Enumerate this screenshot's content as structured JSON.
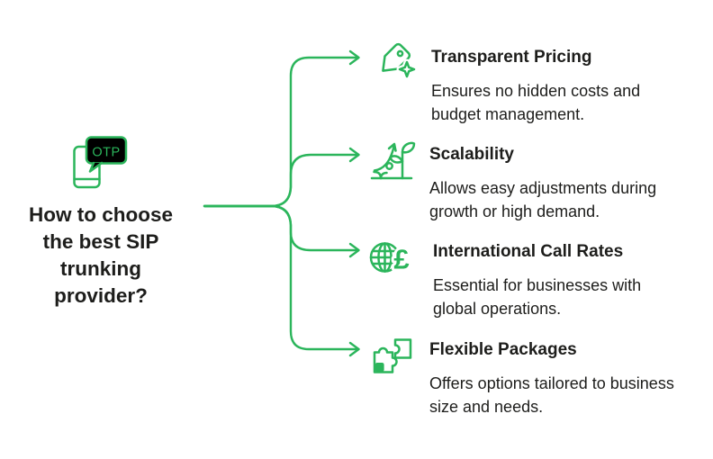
{
  "colors": {
    "accent": "#2bb55b",
    "text": "#1d1d1b",
    "background": "#ffffff"
  },
  "center": {
    "icon": "otp-phone-icon",
    "bubble_label": "OTP",
    "question": "How to choose the best SIP trunking provider?",
    "question_lines": [
      "How to choose",
      "the best SIP",
      "trunking",
      "provider?"
    ]
  },
  "items": [
    {
      "icon": "price-tag-sparkle-icon",
      "title": "Transparent Pricing",
      "description": "Ensures no hidden costs and budget management."
    },
    {
      "icon": "growth-sprout-arrow-icon",
      "title": "Scalability",
      "description": "Allows easy adjustments during growth or high demand."
    },
    {
      "icon": "globe-pound-icon",
      "title": "International Call Rates",
      "description": "Essential for businesses with global operations.",
      "currency_symbol": "£"
    },
    {
      "icon": "puzzle-pieces-icon",
      "title": "Flexible Packages",
      "description": "Offers options tailored to business size and needs."
    }
  ]
}
